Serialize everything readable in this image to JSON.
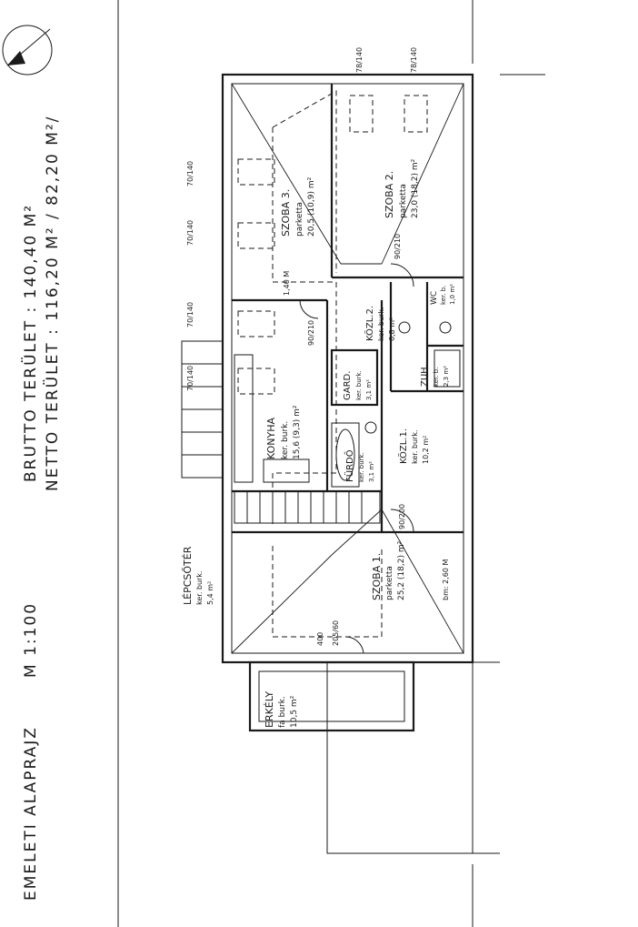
{
  "title": {
    "plan_name": "EMELETI ALAPRAJZ",
    "scale": "M 1:100",
    "brutto": "BRUTTO TERÜLET : 140,40 M²",
    "netto": "NETTO TERÜLET : 116,20 M² / 82,20 M²/"
  },
  "rooms": [
    {
      "key": "szoba3",
      "name": "SZOBA 3.",
      "floor": "parketta",
      "area": "20,5 (10,9) m²"
    },
    {
      "key": "szoba2",
      "name": "SZOBA 2.",
      "floor": "parketta",
      "area": "23,0 (18,2) m²"
    },
    {
      "key": "konyha",
      "name": "KONYHA",
      "floor": "ker. burk.",
      "area": "15,6 (9,3) m²"
    },
    {
      "key": "kozl2",
      "name": "KÖZL.2.",
      "floor": "ker. burk.",
      "area": "6,8 m²"
    },
    {
      "key": "gard",
      "name": "GARD.",
      "floor": "ker. burk.",
      "area": "3,1 m²"
    },
    {
      "key": "zuh",
      "name": "ZUH.",
      "floor": "ker. b.",
      "area": "2,3 m²"
    },
    {
      "key": "wc",
      "name": "WC",
      "floor": "ker. b.",
      "area": "1,0 m²"
    },
    {
      "key": "kozl1",
      "name": "KÖZL.1.",
      "floor": "ker. burk.",
      "area": "10,2 m²"
    },
    {
      "key": "furdo",
      "name": "FÜRDŐ",
      "floor": "ker. burk.",
      "area": "3,1 m²"
    },
    {
      "key": "lepcso",
      "name": "LÉPCSŐTÉR",
      "floor": "ker. burk.",
      "area": "5,4 m²"
    },
    {
      "key": "szoba1",
      "name": "SZOBA 1.",
      "floor": "parketta",
      "area": "25,2 (18,2) m²"
    },
    {
      "key": "erkely",
      "name": "ERKÉLY",
      "floor": "fa burk.",
      "area": "10,5 m²"
    }
  ],
  "annotations": {
    "window_top": "78/140",
    "window_side": "78/140",
    "window_side2": "70/140",
    "door_90_210": "90/210",
    "door_90_200": "90/200",
    "height_140": "1,40 M",
    "height_260": "bm: 2,60 M",
    "balcony_door_a": "400",
    "balcony_door_b": "205/60"
  }
}
